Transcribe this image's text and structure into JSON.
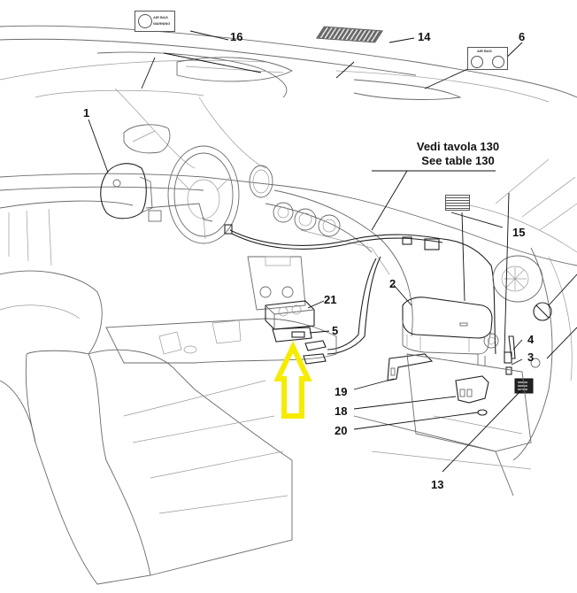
{
  "diagram": {
    "title": "Airbag system components",
    "reference_note": {
      "line1": "Vedi tavola 130",
      "line2": "See table 130"
    },
    "warning_label": {
      "line1": "AIR BAG",
      "line2": "WARNING"
    },
    "passenger_label": {
      "text": "AIR BAG"
    },
    "callouts": [
      {
        "id": "1",
        "part": "driver-airbag"
      },
      {
        "id": "2",
        "part": "passenger-airbag"
      },
      {
        "id": "3",
        "part": "washer"
      },
      {
        "id": "4",
        "part": "connector"
      },
      {
        "id": "5",
        "part": "control-unit-connector"
      },
      {
        "id": "6",
        "part": "passenger-airbag-label"
      },
      {
        "id": "13",
        "part": "floor-mat-label"
      },
      {
        "id": "14",
        "part": "sun-visor-label"
      },
      {
        "id": "15",
        "part": "warning-label"
      },
      {
        "id": "16",
        "part": "airbag-warning-label"
      },
      {
        "id": "18",
        "part": "bracket"
      },
      {
        "id": "19",
        "part": "bracket"
      },
      {
        "id": "20",
        "part": "nut"
      },
      {
        "id": "21",
        "part": "control-unit"
      }
    ],
    "highlight_arrow": {
      "color": "#f5ec00",
      "direction": "up"
    }
  }
}
